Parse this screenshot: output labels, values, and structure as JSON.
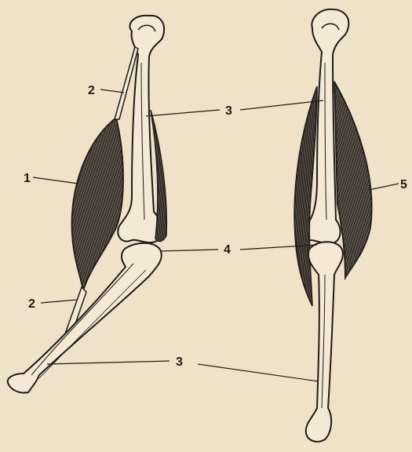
{
  "labels": {
    "l1": "1",
    "l2a": "2",
    "l2b": "2",
    "l3a": "3",
    "l3b": "3",
    "l4": "4",
    "l5": "5"
  },
  "colors": {
    "paper": "#efe2c8",
    "ink": "#1e1b18",
    "bone_fill": "#f3e9d4",
    "muscle_dark": "#2a2622"
  }
}
